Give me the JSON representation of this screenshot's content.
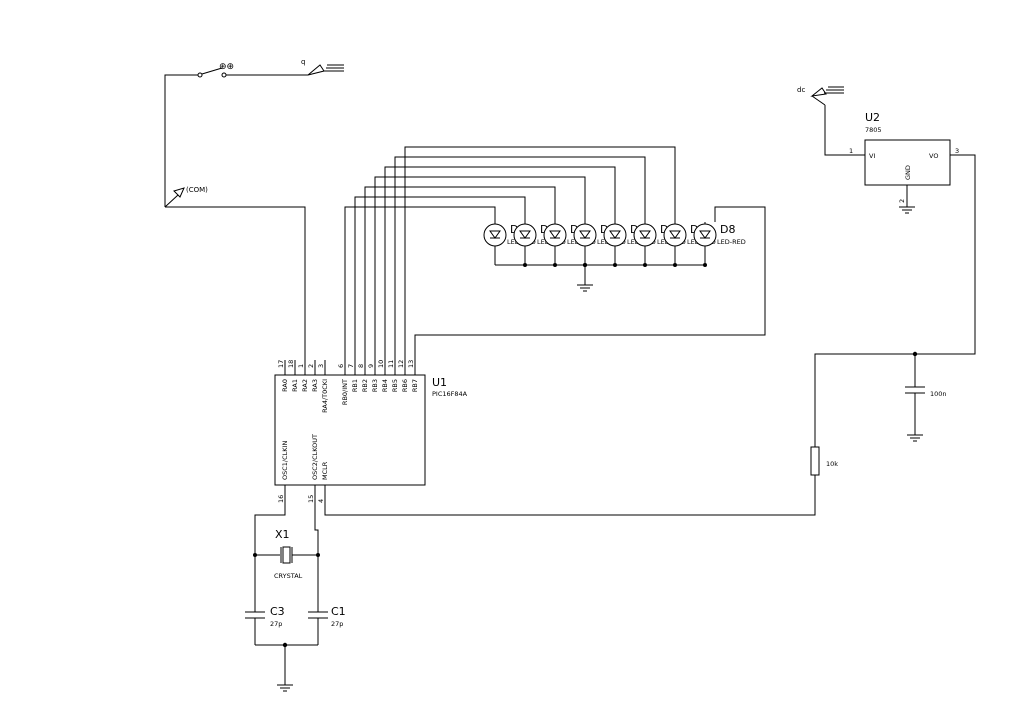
{
  "signals": {
    "q": "q",
    "com": "(COM)",
    "dc": "dc",
    "switch_label": "⊕⊕"
  },
  "u1": {
    "ref": "U1",
    "value": "PIC16F84A",
    "top_pins": [
      {
        "num": "17",
        "name": "RA0"
      },
      {
        "num": "18",
        "name": "RA1"
      },
      {
        "num": "1",
        "name": "RA2"
      },
      {
        "num": "2",
        "name": "RA3"
      },
      {
        "num": "3",
        "name": "RA4/T0CKI"
      },
      {
        "num": "6",
        "name": "RB0/INT"
      },
      {
        "num": "7",
        "name": "RB1"
      },
      {
        "num": "8",
        "name": "RB2"
      },
      {
        "num": "9",
        "name": "RB3"
      },
      {
        "num": "10",
        "name": "RB4"
      },
      {
        "num": "11",
        "name": "RB5"
      },
      {
        "num": "12",
        "name": "RB6"
      },
      {
        "num": "13",
        "name": "RB7"
      }
    ],
    "bottom_pins": [
      {
        "num": "16",
        "name": "OSC1/CLKIN"
      },
      {
        "num": "15",
        "name": "OSC2/CLKOUT"
      },
      {
        "num": "4",
        "name": "MCLR"
      }
    ]
  },
  "u2": {
    "ref": "U2",
    "value": "7805",
    "pins": [
      {
        "num": "1",
        "name": "VI"
      },
      {
        "num": "3",
        "name": "VO"
      },
      {
        "num": "2",
        "name": "GND"
      }
    ]
  },
  "leds": {
    "refs": [
      "D1",
      "D2",
      "D3",
      "D4",
      "D5",
      "D6",
      "D7",
      "D8"
    ],
    "value": "LED-RED"
  },
  "x1": {
    "ref": "X1",
    "value": "CRYSTAL"
  },
  "c1": {
    "ref": "C1",
    "value": "27p"
  },
  "c3": {
    "ref": "C3",
    "value": "27p"
  },
  "r1": {
    "value": "10k"
  },
  "c_reg": {
    "value": "100n"
  }
}
